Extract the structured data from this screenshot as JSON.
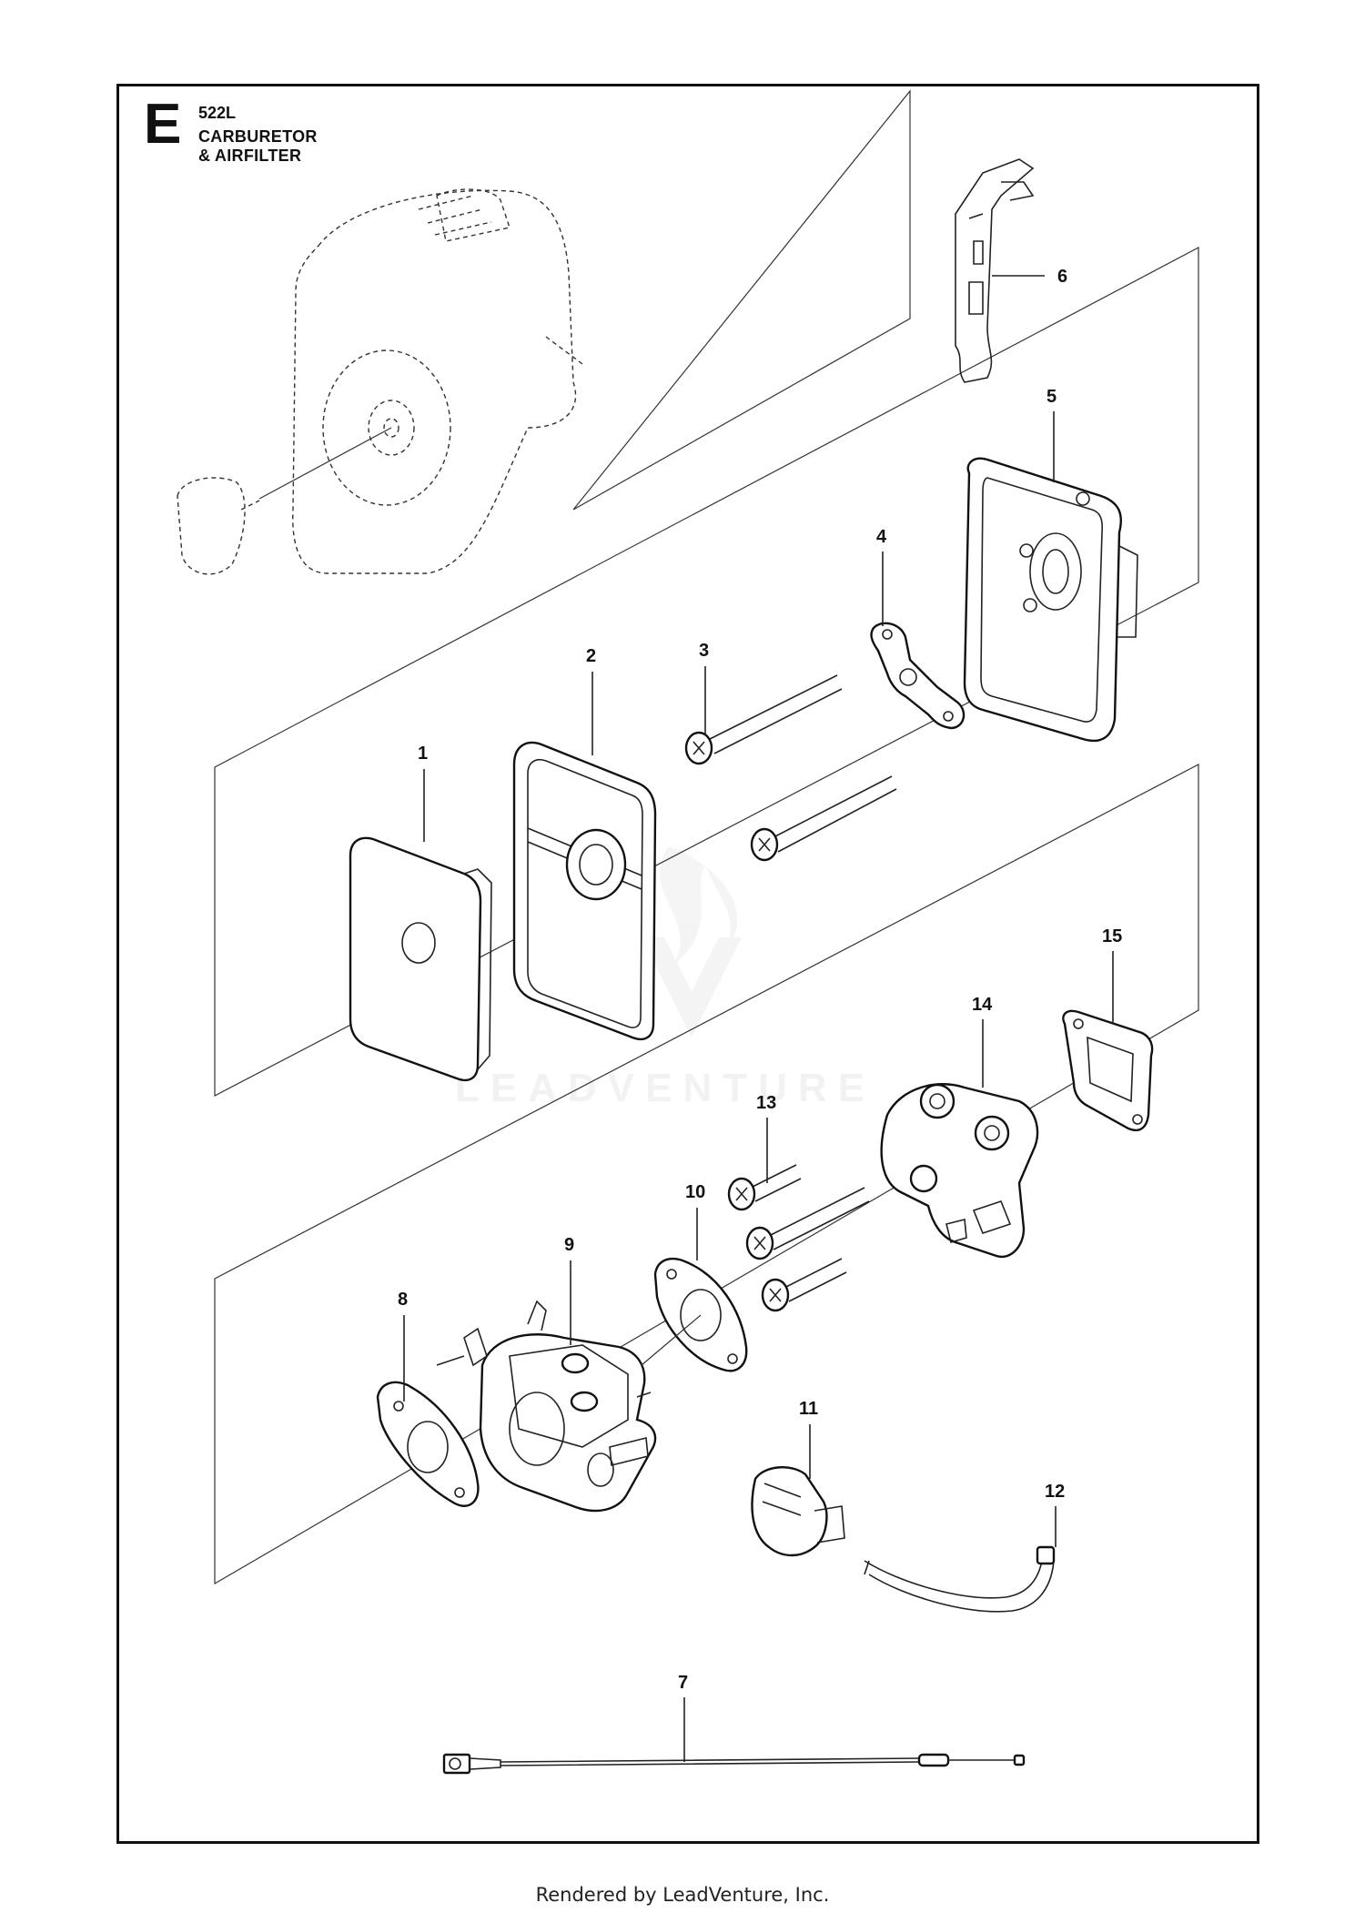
{
  "section": {
    "letter": "E",
    "model": "522L",
    "title": "CARBURETOR & AIRFILTER"
  },
  "watermark": {
    "text": "LEADVENTURE"
  },
  "callouts": [
    {
      "id": "1",
      "part": "air-filter"
    },
    {
      "id": "2",
      "part": "filter-holder"
    },
    {
      "id": "3",
      "part": "screw"
    },
    {
      "id": "4",
      "part": "bracket-plate"
    },
    {
      "id": "5",
      "part": "airfilter-housing"
    },
    {
      "id": "6",
      "part": "choke-lever"
    },
    {
      "id": "7",
      "part": "throttle-wire"
    },
    {
      "id": "8",
      "part": "gasket"
    },
    {
      "id": "9",
      "part": "carburetor"
    },
    {
      "id": "10",
      "part": "gasket"
    },
    {
      "id": "11",
      "part": "fuel-filter"
    },
    {
      "id": "12",
      "part": "fuel-hose"
    },
    {
      "id": "13",
      "part": "screw"
    },
    {
      "id": "14",
      "part": "intake-manifold"
    },
    {
      "id": "15",
      "part": "gasket"
    }
  ],
  "footer": {
    "text": "Rendered by LeadVenture, Inc."
  }
}
